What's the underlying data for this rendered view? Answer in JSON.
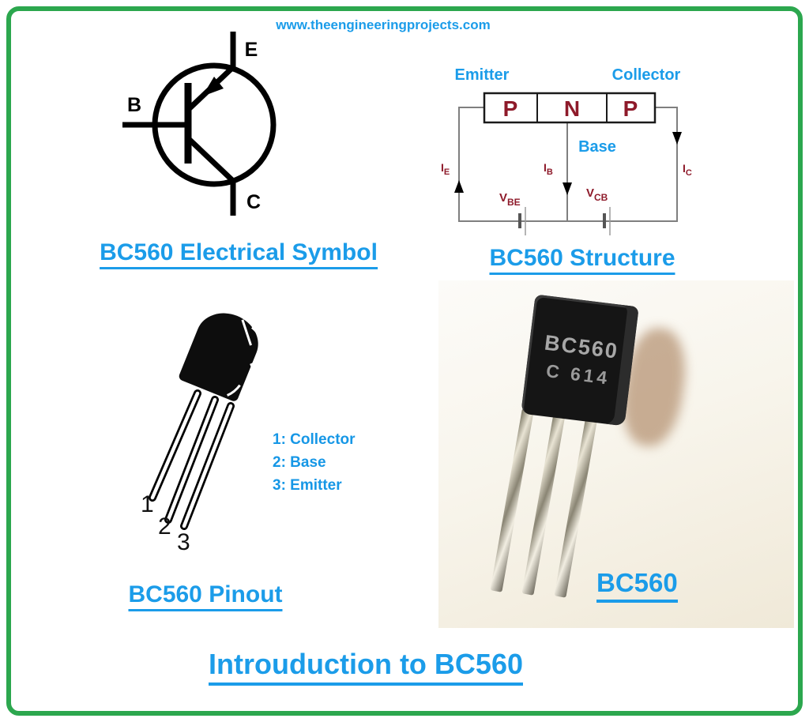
{
  "colors": {
    "accent_blue": "#1b9ce9",
    "maroon": "#8e1a2a",
    "border_green": "#2ca74e",
    "wire_gray": "#7f7f7f"
  },
  "header": {
    "url": "www.theengineeringprojects.com"
  },
  "symbol": {
    "caption": "BC560 Electrical Symbol",
    "labels": {
      "base": "B",
      "emitter": "E",
      "collector": "C"
    }
  },
  "structure": {
    "caption": "BC560 Structure",
    "emitter_label": "Emitter",
    "collector_label": "Collector",
    "base_label": "Base",
    "regions": [
      "P",
      "N",
      "P"
    ],
    "currents": [
      {
        "sym": "I",
        "sub": "E"
      },
      {
        "sym": "I",
        "sub": "B"
      },
      {
        "sym": "I",
        "sub": "C"
      }
    ],
    "voltages": [
      {
        "sym": "V",
        "sub": "BE"
      },
      {
        "sym": "V",
        "sub": "CB"
      }
    ]
  },
  "pinout": {
    "caption": "BC560 Pinout",
    "numbers": [
      "1",
      "2",
      "3"
    ],
    "legend": [
      "1: Collector",
      "2: Base",
      "3: Emitter"
    ]
  },
  "photo": {
    "caption": "BC560",
    "marking_line1": "BC560",
    "marking_line2": "C 614"
  },
  "footer": {
    "title": "Introuduction to BC560"
  }
}
